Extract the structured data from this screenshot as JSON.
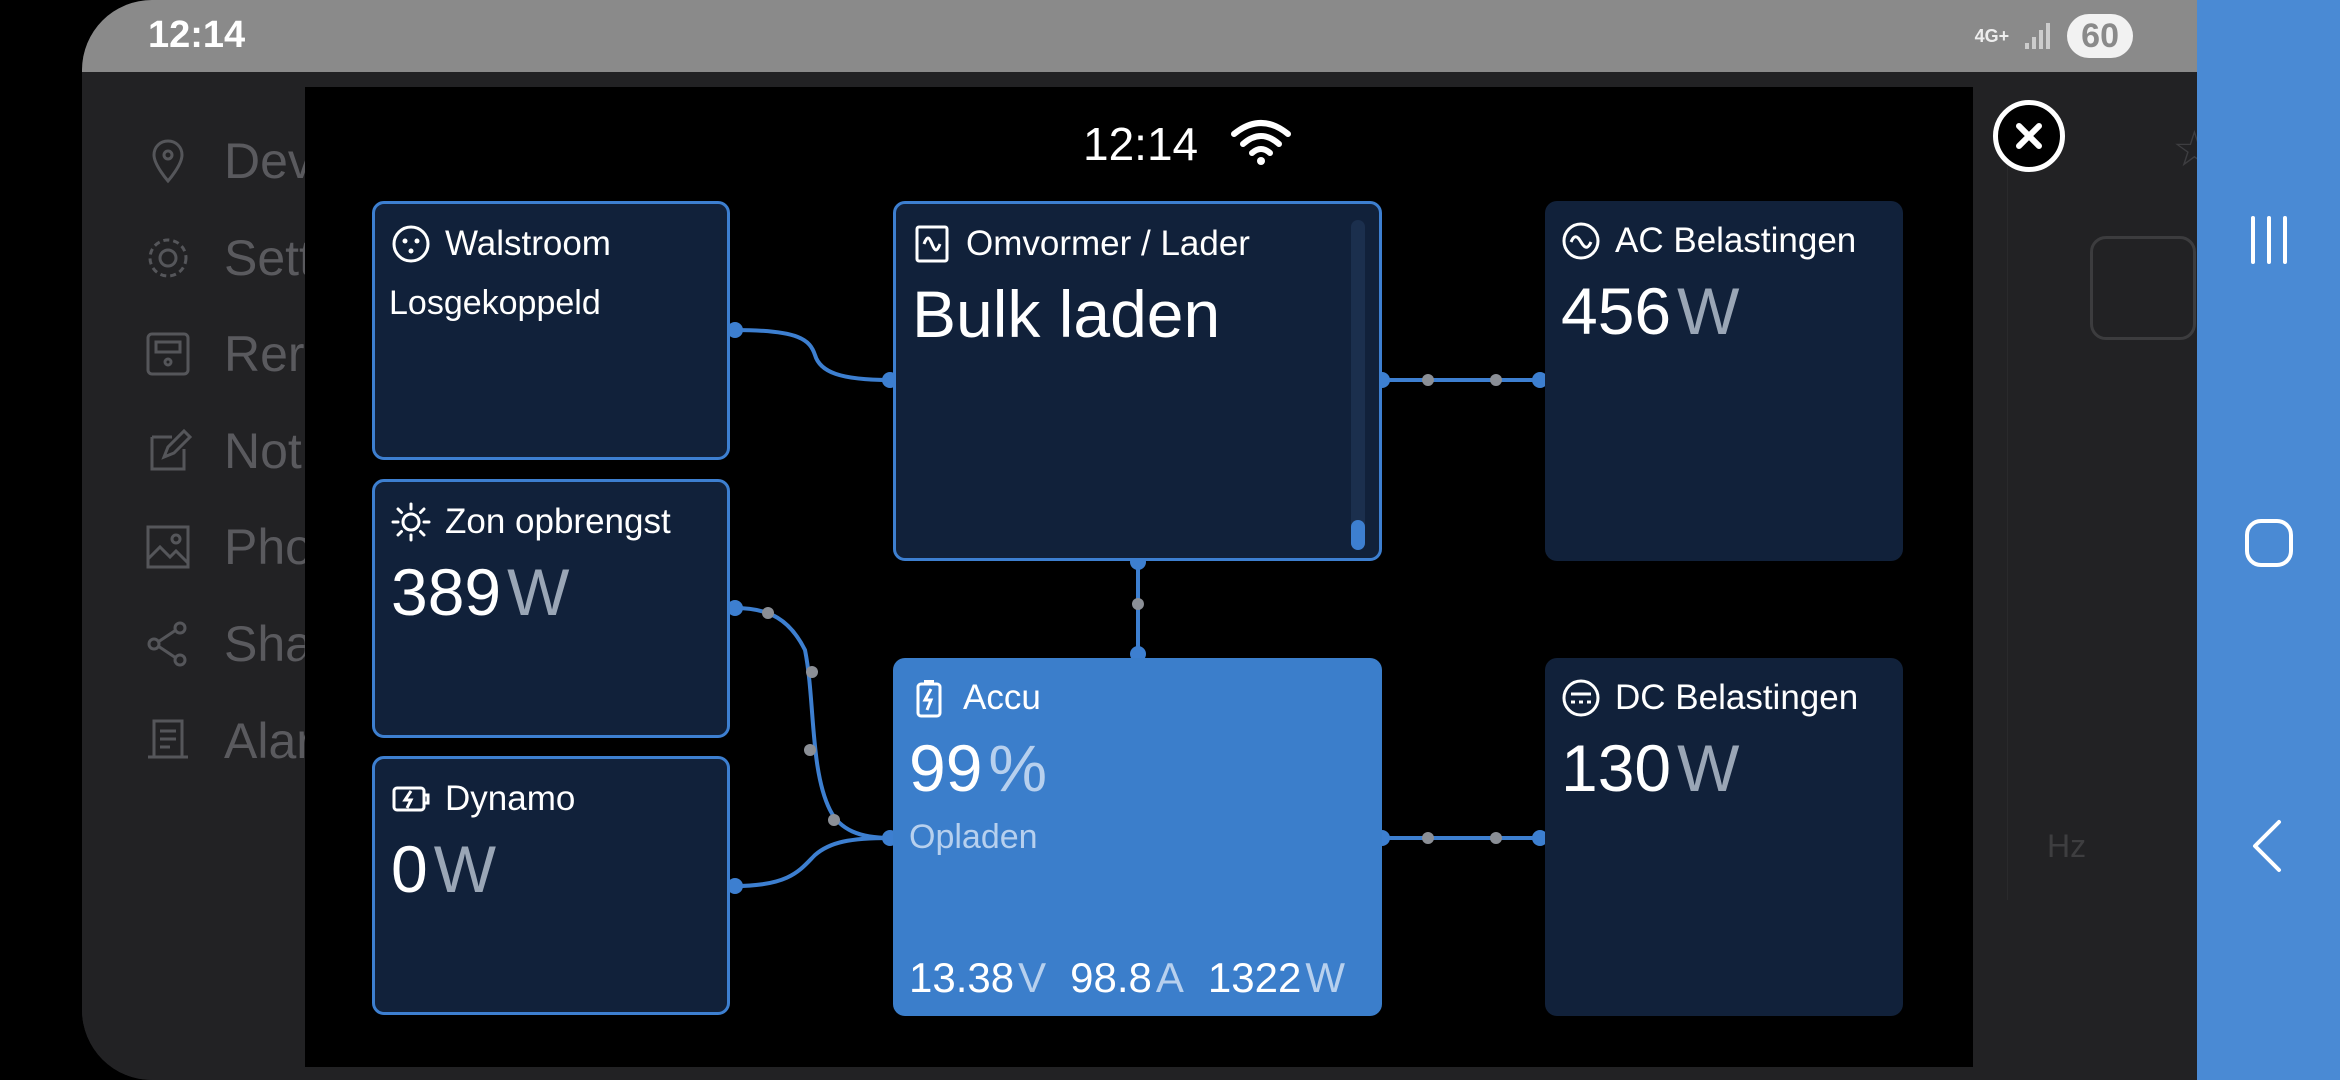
{
  "status_bar": {
    "time": "12:14",
    "network": "4G+",
    "battery": "60"
  },
  "background_menu": [
    {
      "label": "Dev",
      "icon": "location-pin-icon"
    },
    {
      "label": "Sett",
      "icon": "gear-icon"
    },
    {
      "label": "Rer",
      "icon": "remote-console-icon"
    },
    {
      "label": "Not",
      "icon": "notes-icon"
    },
    {
      "label": "Pho",
      "icon": "photo-icon"
    },
    {
      "label": "Sha",
      "icon": "share-icon"
    },
    {
      "label": "Alar",
      "icon": "alarm-list-icon"
    }
  ],
  "background_hz": "Hz",
  "popup": {
    "time": "12:14",
    "wifi_icon": "wifi-icon",
    "close_icon": "close-icon"
  },
  "tiles": {
    "walstroom": {
      "title": "Walstroom",
      "status": "Losgekoppeld",
      "icon": "shore-power-icon"
    },
    "zon": {
      "title": "Zon opbrengst",
      "value": "389",
      "unit": "W",
      "icon": "sun-icon"
    },
    "dynamo": {
      "title": "Dynamo",
      "value": "0",
      "unit": "W",
      "icon": "alternator-icon"
    },
    "omvormer": {
      "title": "Omvormer / Lader",
      "value": "Bulk laden",
      "icon": "inverter-icon"
    },
    "accu": {
      "title": "Accu",
      "value": "99",
      "unit": "%",
      "state": "Opladen",
      "icon": "battery-charging-icon",
      "voltage": "13.38",
      "voltage_unit": "V",
      "current": "98.8",
      "current_unit": "A",
      "power": "1322",
      "power_unit": "W"
    },
    "ac_loads": {
      "title": "AC Belastingen",
      "value": "456",
      "unit": "W",
      "icon": "ac-wave-icon"
    },
    "dc_loads": {
      "title": "DC Belastingen",
      "value": "130",
      "unit": "W",
      "icon": "dc-lines-icon"
    }
  },
  "nav_bar": {
    "recents_icon": "recents-icon",
    "home_icon": "home-icon",
    "back_icon": "back-icon"
  },
  "colors": {
    "tile_bg": "#11213a",
    "accent": "#3d7fd0",
    "accu_bg": "#3b7ecb",
    "nav_bg": "#4a8ad4"
  }
}
